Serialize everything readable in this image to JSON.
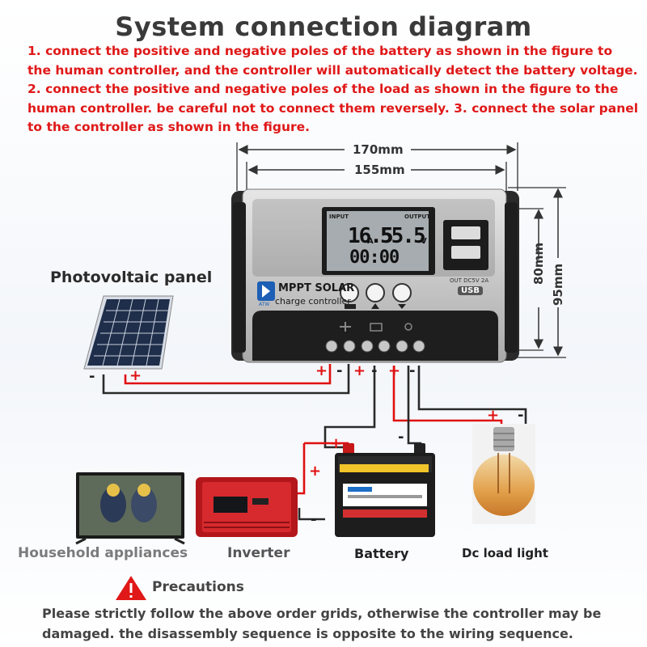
{
  "title": "System connection diagram",
  "instructions": "1. connect the positive and negative poles of the battery as shown in the figure to the human controller, and the controller will automatically detect the battery voltage.   2. connect the positive and negative poles of the load as shown in the figure to the human controller. be careful not to connect them reversely.   3. connect the solar panel to the controller as shown in the figure.",
  "dimensions": {
    "outer_width": "170mm",
    "inner_width": "155mm",
    "inner_height": "80mm",
    "outer_height": "95mm"
  },
  "controller": {
    "brand_line1": "MPPT SOLAR",
    "brand_line2": "charge controller",
    "logo_text": "ATW",
    "lcd": {
      "input_label": "INPUT",
      "output_label": "OUTPUT",
      "current": "16.5",
      "current_unit": "A",
      "voltage": "55.5",
      "voltage_unit": "V",
      "time": "00:00"
    },
    "usb_label": "OUT DC5V 2A",
    "usb_badge": "USB"
  },
  "components": {
    "photovoltaic_panel": "Photovoltaic panel",
    "household_appliances": "Household appliances",
    "inverter": "Inverter",
    "battery": "Battery",
    "dc_load_light": "Dc load light"
  },
  "polarity": {
    "plus": "+",
    "minus": "-"
  },
  "precautions": {
    "title": "Precautions",
    "text": "Please strictly follow the above order grids, otherwise the controller may be damaged. the disassembly sequence is opposite to the wiring sequence."
  },
  "colors": {
    "wire_red": "#e01010",
    "wire_black": "#2a2a2a",
    "warning": "#e01818",
    "controller_body": "#c9c9c9",
    "lcd": "#a6acb0"
  }
}
